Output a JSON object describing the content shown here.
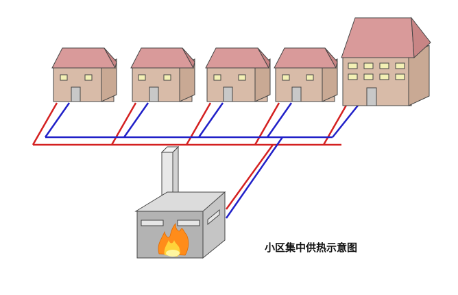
{
  "caption": "小区集中供热示意图",
  "colors": {
    "roof": "#d99a9a",
    "wall": "#d8bba8",
    "window": "#f3f0b5",
    "door": "#c8c8c8",
    "supply_pipe": "#d42020",
    "return_pipe": "#2020c8",
    "boiler_front": "#b3b3b3",
    "boiler_top": "#dcdcdc",
    "boiler_side": "#c5c5c5",
    "chimney": "#e8e8e8",
    "fire": "#ff8c1a"
  },
  "icons": [
    "house-icon",
    "apartment-building-icon",
    "boiler-house-icon",
    "chimney-icon",
    "fire-icon",
    "supply-pipe",
    "return-pipe"
  ]
}
